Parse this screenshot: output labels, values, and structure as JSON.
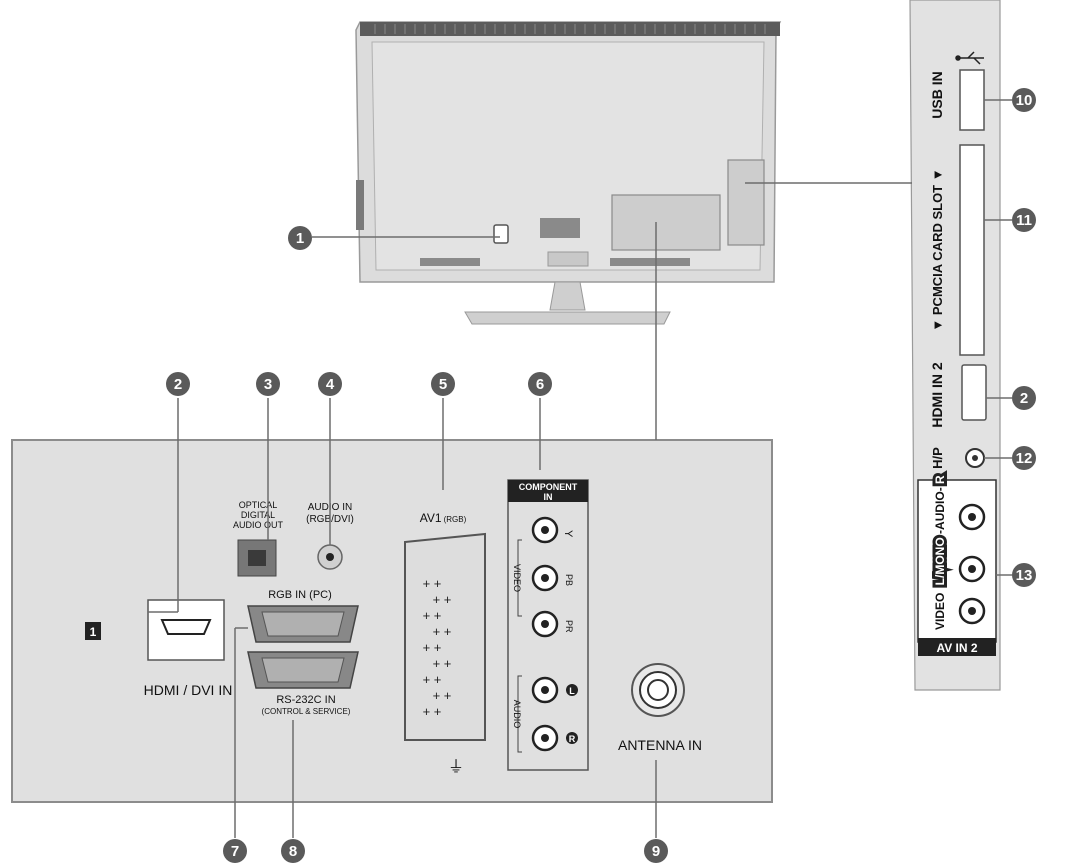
{
  "labels": {
    "hdmi_dvi_in": "HDMI / DVI IN",
    "optical_line1": "OPTICAL",
    "optical_line2": "DIGITAL",
    "optical_line3": "AUDIO OUT",
    "audio_in_line1": "AUDIO IN",
    "audio_in_line2": "(RGB/DVI)",
    "av1": "AV1",
    "av1_sub": "(RGB)",
    "rgb_in": "RGB IN (PC)",
    "rs232_line1": "RS-232C IN",
    "rs232_line2": "(CONTROL & SERVICE)",
    "component_line1": "COMPONENT",
    "component_line2": "IN",
    "video_group": "VIDEO",
    "audio_group": "AUDIO",
    "jack_y": "Y",
    "jack_pb": "PB",
    "jack_pr": "PR",
    "jack_l": "L",
    "jack_r": "R",
    "antenna_in": "ANTENNA IN",
    "usb_in": "USB IN",
    "pcmcia": "▼ PCMCIA CARD SLOT ▼",
    "hdmi_in_2": "HDMI IN 2",
    "hp": "H/P",
    "side_video": "VIDEO",
    "side_lmono": "L/MONO",
    "side_audio": "-AUDIO-",
    "side_r": "R",
    "av_in_2": "AV IN 2",
    "badge_1": "1"
  },
  "callouts": [
    "1",
    "2",
    "3",
    "4",
    "5",
    "6",
    "7",
    "8",
    "9",
    "10",
    "11",
    "2",
    "12",
    "13"
  ],
  "colors": {
    "callout": "#5a5a5a",
    "panel": "#e0e0e0",
    "panel_border": "#8c8c8c",
    "tv_body": "#d9d9d9"
  }
}
